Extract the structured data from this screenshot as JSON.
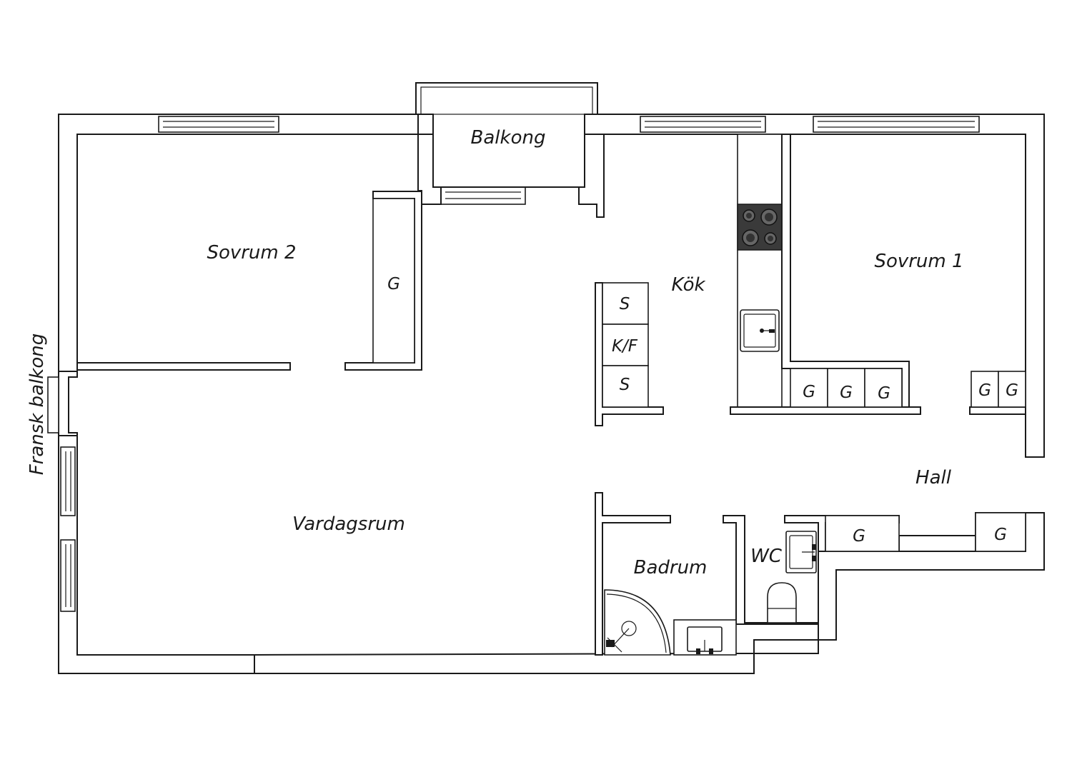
{
  "rooms": {
    "balkong": "Balkong",
    "sovrum2": "Sovrum 2",
    "kok": "Kök",
    "sovrum1": "Sovrum 1",
    "fransk_balkong": "Fransk balkong",
    "vardagsrum": "Vardagsrum",
    "hall": "Hall",
    "badrum": "Badrum",
    "wc": "WC"
  },
  "fixtures": {
    "wardrobe": "G",
    "storage": "S",
    "fridge_freezer": "K/F"
  },
  "icons": {
    "stove": "stove-icon",
    "kitchen_sink": "kitchen-sink-icon",
    "shower": "shower-icon",
    "bath_sink": "bathroom-sink-icon",
    "wc_sink": "wc-sink-icon",
    "toilet": "toilet-icon"
  }
}
